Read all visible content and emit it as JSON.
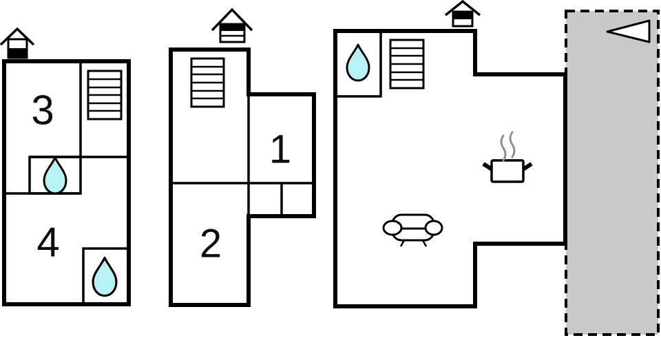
{
  "title": "apartment-floor-plan",
  "colors": {
    "wall": "#000000",
    "water": "#b9f2f4",
    "terrace": "#c9c9c9",
    "steam": "#8f8f8f",
    "background": "#ffffff",
    "label": "#0d0d0d"
  },
  "rooms": {
    "room1": {
      "label": "1"
    },
    "room2": {
      "label": "2"
    },
    "room3": {
      "label": "3"
    },
    "room4": {
      "label": "4"
    }
  },
  "icons": [
    "chimney-icon",
    "stairs-icon",
    "water-drop-icon",
    "sofa-icon",
    "cooking-pot-icon",
    "steam-icon",
    "direction-arrow-icon"
  ],
  "legend": {
    "terrace_style": "dashed-outline-gray-fill",
    "buildings_count": 3
  }
}
